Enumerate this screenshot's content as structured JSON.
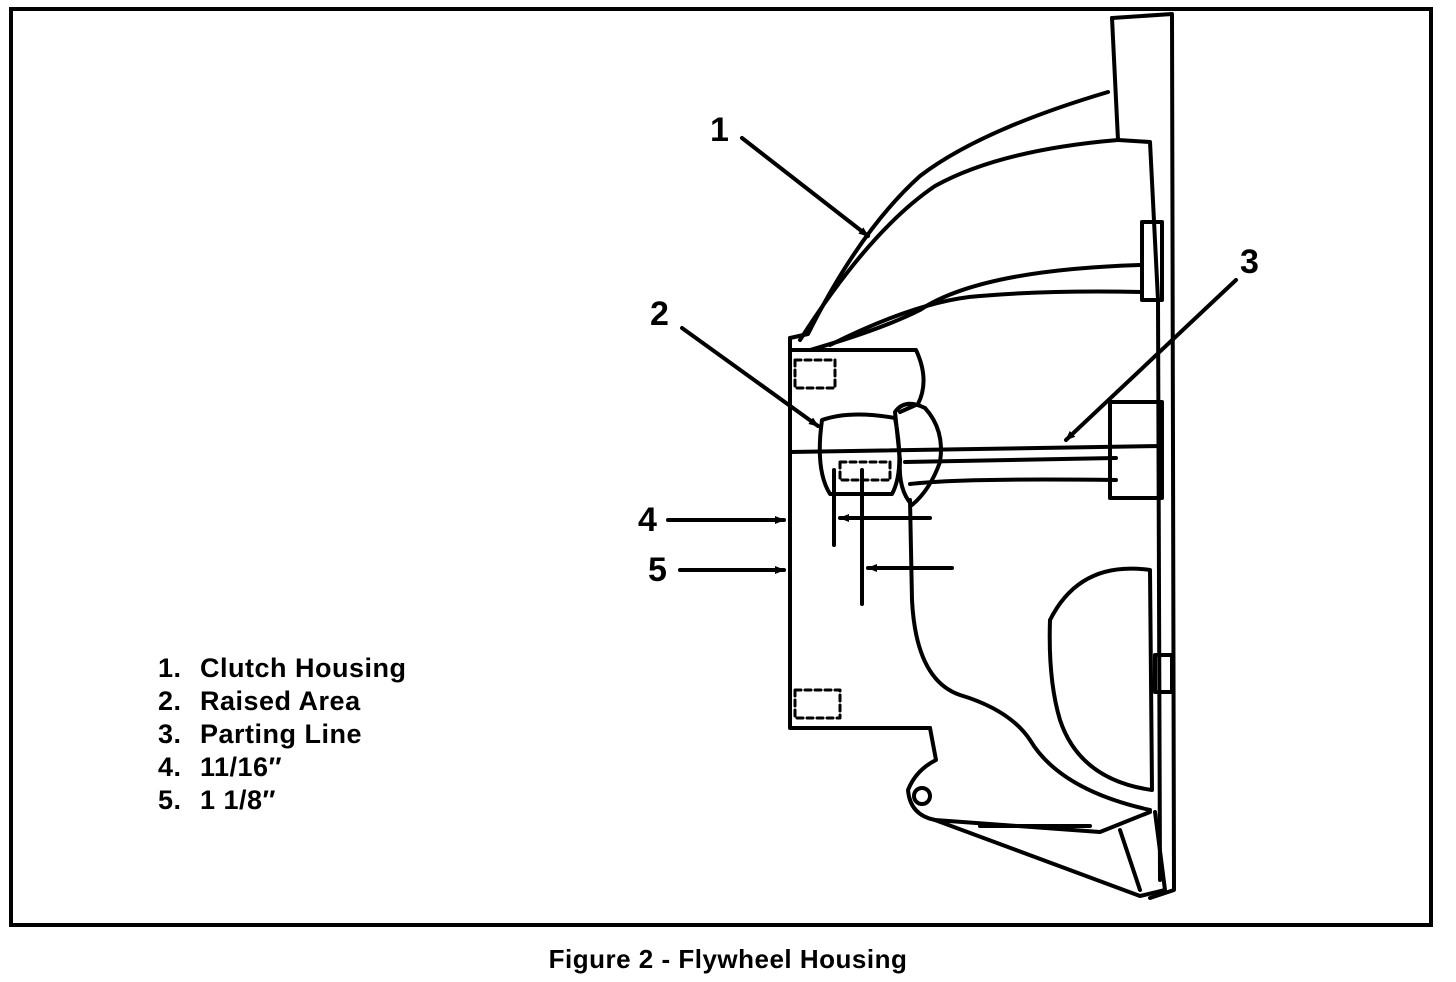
{
  "callouts": [
    "1",
    "2",
    "3",
    "4",
    "5"
  ],
  "legend": [
    {
      "num": "1.",
      "label": "Clutch Housing"
    },
    {
      "num": "2.",
      "label": "Raised Area"
    },
    {
      "num": "3.",
      "label": "Parting Line"
    },
    {
      "num": "4.",
      "label": "11/16″"
    },
    {
      "num": "5.",
      "label": "1 1/8″"
    }
  ],
  "caption": "Figure 2 - Flywheel Housing"
}
